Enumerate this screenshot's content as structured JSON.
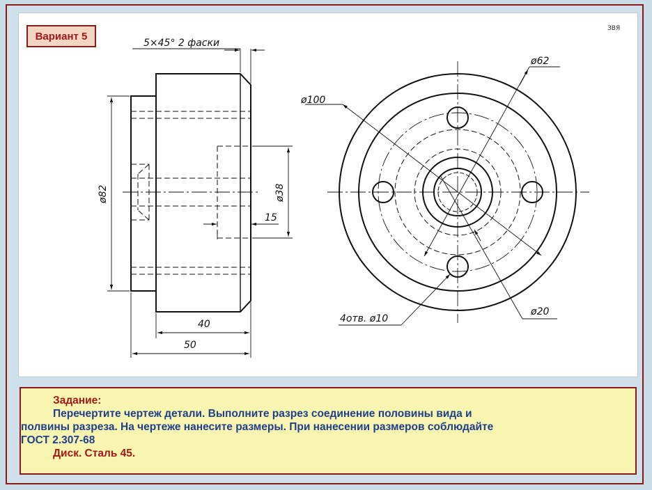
{
  "header": {
    "variant_label": "Вариант 5",
    "author_mark": "ЗВЯ"
  },
  "drawing": {
    "chamfer_note": "5×45° 2 фаски",
    "dim_d82": "ø82",
    "dim_d38": "ø38",
    "dim_15": "15",
    "dim_40": "40",
    "dim_50": "50",
    "dim_d100": "ø100",
    "dim_d62": "ø62",
    "dim_d20": "ø20",
    "dim_holes": "4отв. ø10"
  },
  "task": {
    "heading": "Задание:",
    "line1": "Перечертите  чертеж  детали.  Выполните разрез  соединение половины вида и",
    "line2": "полвины разреза.  На чертеже нанесите размеры. При нанесении размеров соблюдайте",
    "line3": "ГОСТ  2.307-68",
    "footer": "Диск. Сталь 45."
  },
  "colors": {
    "frame": "#8a1a1a",
    "heading": "#a31919",
    "text": "#1f3f8c",
    "task_bg": "#f8f5b1"
  }
}
